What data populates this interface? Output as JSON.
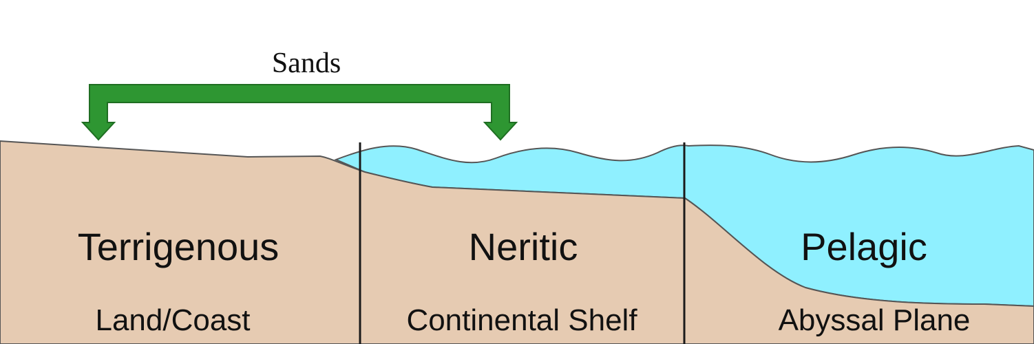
{
  "bracket": {
    "label": "Sands",
    "color": "#2e9632",
    "stroke": "#1f6e22"
  },
  "colors": {
    "land": "#e6cbb2",
    "water": "#8ff0ff",
    "outline": "#555555",
    "divider": "#1a1a1a"
  },
  "zones": [
    {
      "title": "Terrigenous",
      "subtitle": "Land/Coast"
    },
    {
      "title": "Neritic",
      "subtitle": "Continental Shelf"
    },
    {
      "title": "Pelagic",
      "subtitle": "Abyssal Plane"
    }
  ]
}
